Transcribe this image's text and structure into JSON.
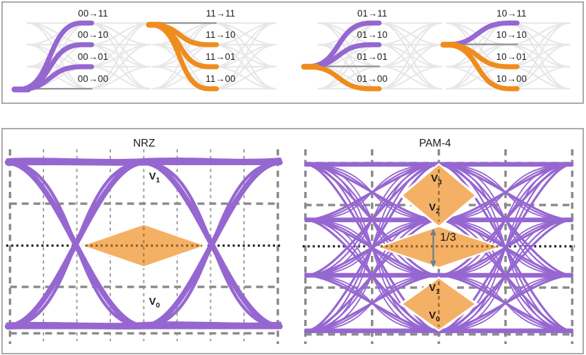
{
  "colors": {
    "purple": "#9667D0",
    "orange": "#EF8C1E",
    "faded_eye": "#E7E7EA",
    "same_level_line": "#919191",
    "grid_major": "#8A8A8A",
    "grid_minor": "#9E9E9E",
    "threshold_dotted": "#1C1C1C",
    "diamond_fill": "#EF8C1E",
    "arrow": "#71808F",
    "panel_border": "#A9A9A9",
    "label_text": "#1B1B1B"
  },
  "top_panel": {
    "groups": [
      {
        "id": "from-00",
        "labels": [
          "00→11",
          "00→10",
          "00→01",
          "00→00"
        ]
      },
      {
        "id": "from-11",
        "labels": [
          "11→11",
          "11→10",
          "11→01",
          "11→00"
        ]
      },
      {
        "id": "from-01",
        "labels": [
          "01→11",
          "01→10",
          "01→01",
          "01→00"
        ]
      },
      {
        "id": "from-10",
        "labels": [
          "10→11",
          "10→10",
          "10→01",
          "10→00"
        ]
      }
    ]
  },
  "bottom_panel": {
    "nrz": {
      "title": "NRZ",
      "v_labels": [
        {
          "base": "V",
          "sub": "1"
        },
        {
          "base": "V",
          "sub": "0"
        }
      ]
    },
    "pam4": {
      "title": "PAM-4",
      "v_labels": [
        {
          "base": "V",
          "sub": "3"
        },
        {
          "base": "V",
          "sub": "2"
        },
        {
          "base": "V",
          "sub": "1"
        },
        {
          "base": "V",
          "sub": "0"
        }
      ],
      "eye_height_label": "1/3"
    }
  }
}
